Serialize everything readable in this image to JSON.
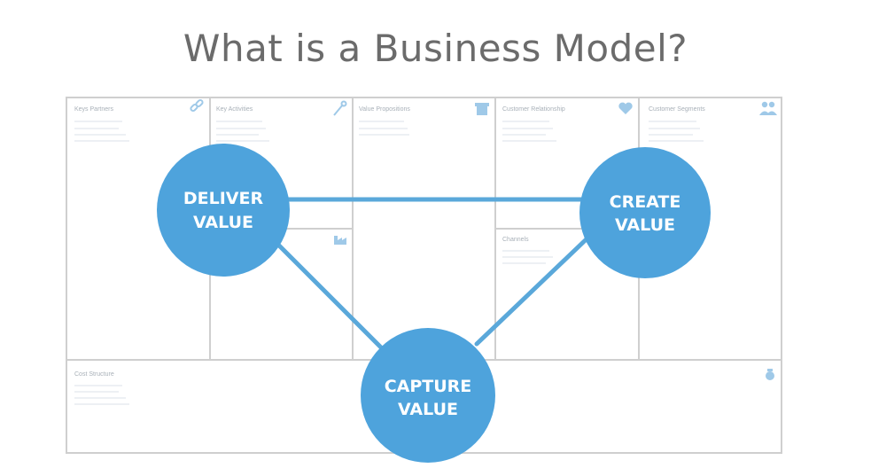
{
  "title": "What is a Business Model?",
  "canvas": {
    "cells": {
      "key_partners": "Keys Partners",
      "key_activities": "Key Activities",
      "value_propositions": "Value Propositions",
      "customer_relationship": "Customer Relationship",
      "customer_segments": "Customer Segments",
      "channels": "Channels",
      "cost_structure": "Cost Structure"
    }
  },
  "nodes": {
    "deliver": [
      "DELIVER",
      "VALUE"
    ],
    "create": [
      "CREATE",
      "VALUE"
    ],
    "capture": [
      "CAPTURE",
      "VALUE"
    ]
  },
  "colors": {
    "node_fill": "#4ea3dc",
    "connector": "#5aa8da",
    "grid_line": "#cfcfcf",
    "cell_icon": "#9fc9e8",
    "title": "#6b6b6b"
  }
}
